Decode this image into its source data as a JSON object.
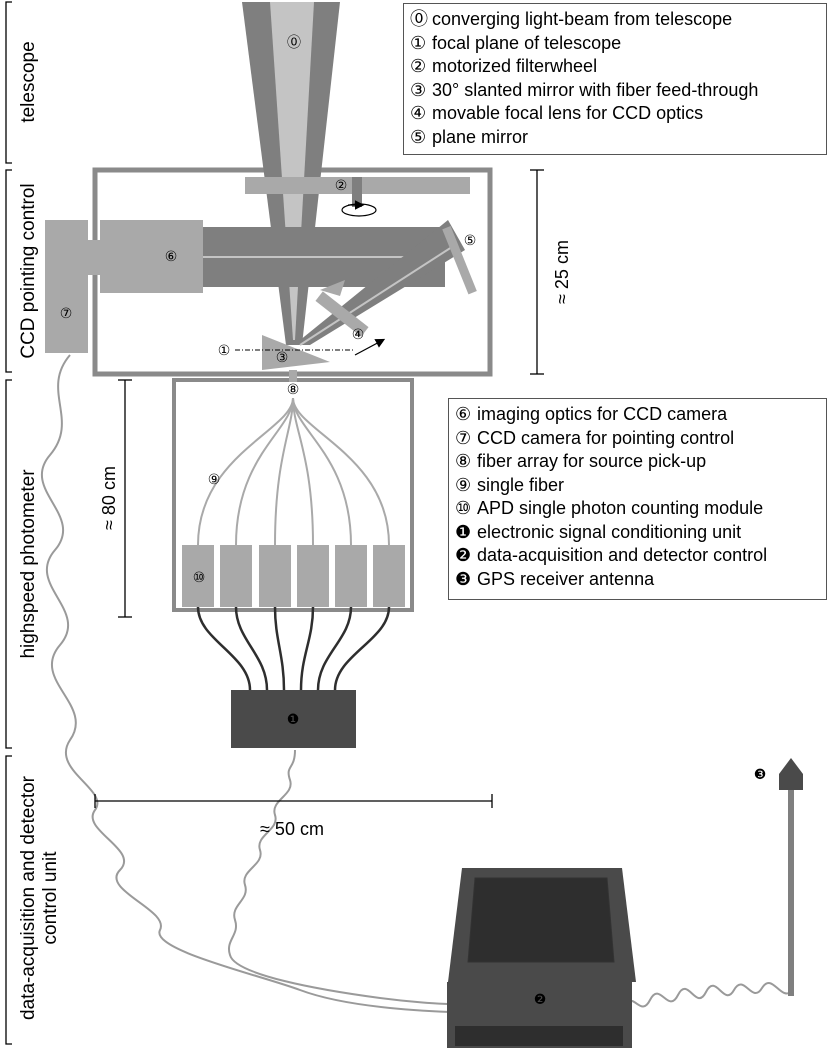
{
  "sections": {
    "telescope": "telescope",
    "ccd": "CCD pointing control",
    "photometer": "highspeed photometer",
    "daq_line1": "data-acquisition and detector",
    "daq_line2": "control unit"
  },
  "dimensions": {
    "housing_height": "≈ 25 cm",
    "photometer_height": "≈ 80 cm",
    "width": "≈ 50 cm"
  },
  "markers": {
    "m0": "⓪",
    "m1": "①",
    "m2": "②",
    "m3": "③",
    "m4": "④",
    "m5": "⑤",
    "m6": "⑥",
    "m7": "⑦",
    "m8": "⑧",
    "m9": "⑨",
    "m10": "⑩",
    "b1": "❶",
    "b2": "❷",
    "b3": "❸"
  },
  "legend_top": [
    {
      "marker": "⓪",
      "text": "converging light-beam from telescope"
    },
    {
      "marker": "①",
      "text": "focal plane of telescope"
    },
    {
      "marker": "②",
      "text": "motorized filterwheel"
    },
    {
      "marker": "③",
      "text": "30° slanted mirror with fiber feed-through"
    },
    {
      "marker": "④",
      "text": "movable focal lens for CCD optics"
    },
    {
      "marker": "⑤",
      "text": "plane mirror"
    }
  ],
  "legend_bottom": [
    {
      "marker": "⑥",
      "text": "imaging optics for CCD camera"
    },
    {
      "marker": "⑦",
      "text": "CCD camera for pointing control"
    },
    {
      "marker": "⑧",
      "text": "fiber array for source pick-up"
    },
    {
      "marker": "⑨",
      "text": "single fiber"
    },
    {
      "marker": "⑩",
      "text": "APD single photon counting module"
    },
    {
      "marker": "❶",
      "text": "electronic signal conditioning unit"
    },
    {
      "marker": "❷",
      "text": "data-acquisition and detector control"
    },
    {
      "marker": "❸",
      "text": "GPS receiver antenna"
    }
  ],
  "colors": {
    "housing": "#8a8a8a",
    "light_gray": "#a9a9a9",
    "mid_gray": "#7f7f7f",
    "dark_gray": "#4a4a4a",
    "beam_light": "#c4c4c4",
    "cable": "#9a9a9a"
  }
}
